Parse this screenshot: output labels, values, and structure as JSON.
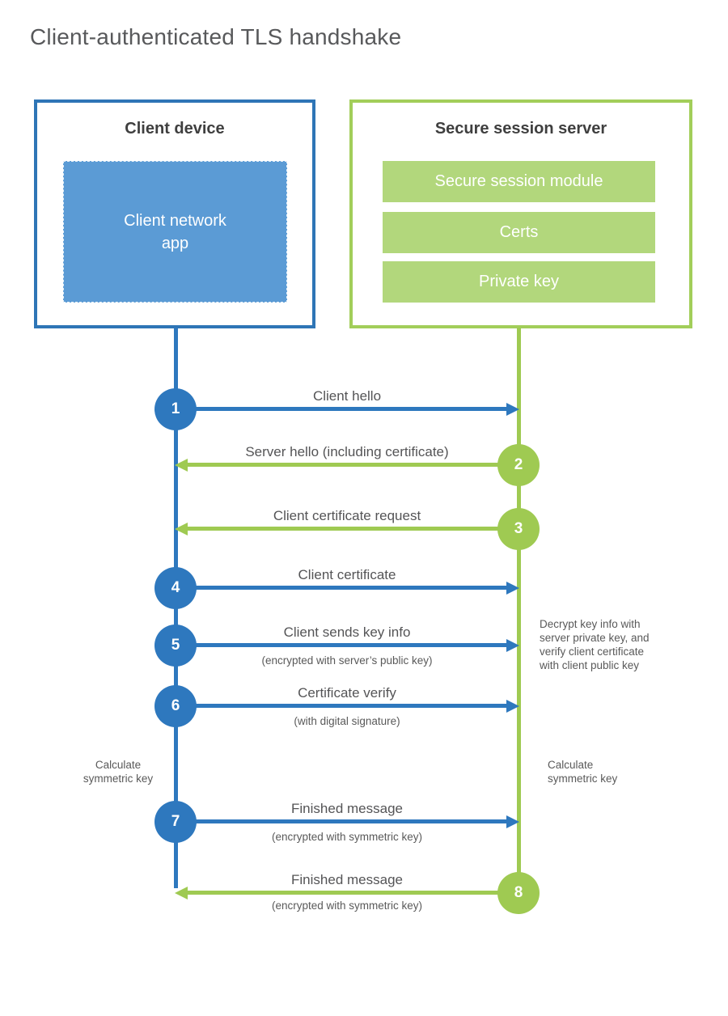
{
  "title": "Client-authenticated TLS handshake",
  "client_box": {
    "title": "Client device",
    "app_lines": [
      "Client network",
      "app"
    ]
  },
  "server_box": {
    "title": "Secure session server",
    "modules": [
      "Secure session module",
      "Certs",
      "Private key"
    ]
  },
  "steps": [
    {
      "num": "1",
      "label": "Client hello",
      "sublabel": "",
      "direction": "right",
      "color": "blue"
    },
    {
      "num": "2",
      "label": "Server hello (including certificate)",
      "sublabel": "",
      "direction": "left",
      "color": "green"
    },
    {
      "num": "3",
      "label": "Client certificate request",
      "sublabel": "",
      "direction": "left",
      "color": "green"
    },
    {
      "num": "4",
      "label": "Client certificate",
      "sublabel": "",
      "direction": "right",
      "color": "blue"
    },
    {
      "num": "5",
      "label": "Client sends key info",
      "sublabel": "(encrypted with server’s public key)",
      "direction": "right",
      "color": "blue"
    },
    {
      "num": "6",
      "label": "Certificate verify",
      "sublabel": "(with digital signature)",
      "direction": "right",
      "color": "blue"
    },
    {
      "num": "7",
      "label": "Finished message",
      "sublabel": "(encrypted with symmetric key)",
      "direction": "right",
      "color": "blue"
    },
    {
      "num": "8",
      "label": "Finished message",
      "sublabel": "(encrypted with symmetric key)",
      "direction": "left",
      "color": "green"
    }
  ],
  "annotations": {
    "decrypt_lines": [
      "Decrypt key info with",
      "server private key, and",
      "verify client certificate",
      "with client public key"
    ],
    "calculate_left_lines": [
      "Calculate",
      "symmetric key"
    ],
    "calculate_right_lines": [
      "Calculate",
      "symmetric key"
    ]
  },
  "colors": {
    "blue": "#2e78be",
    "blue_box_border": "#2e75b6",
    "blue_fill": "#5b9bd5",
    "green": "#9fca52",
    "green_box_border": "#a2ce5a",
    "green_fill": "#b2d77c",
    "title_text": "#58595b",
    "label_text": "#545456"
  }
}
